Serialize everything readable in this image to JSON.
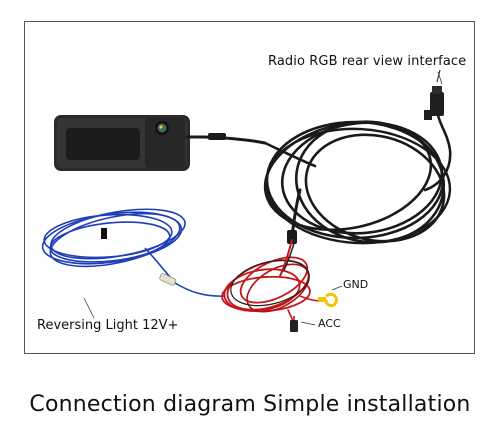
{
  "labels": {
    "radio_interface": "Radio RGB rear view interface",
    "reversing_light": "Reversing Light 12V+",
    "gnd": "GND",
    "acc": "ACC"
  },
  "caption": "Connection diagram Simple installation",
  "colors": {
    "cable": "#1a1a1a",
    "wire_blue": "#1f3fb8",
    "wire_red": "#c4161c",
    "terminal_yellow": "#f2c400",
    "camera_body": "#2a2a2a"
  }
}
